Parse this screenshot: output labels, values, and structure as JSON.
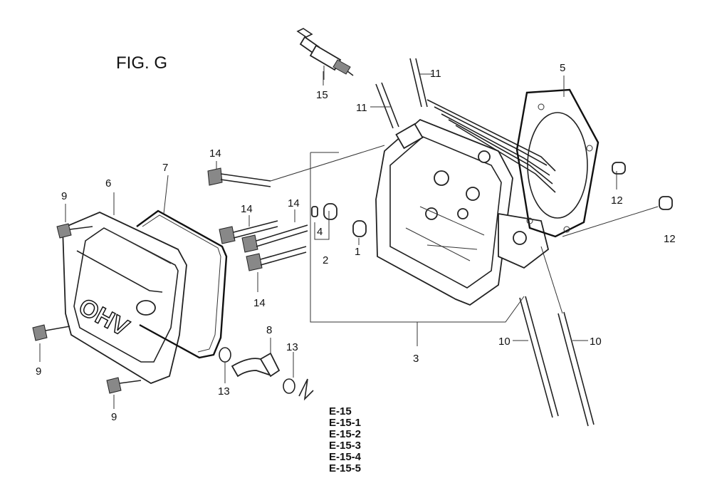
{
  "figure": {
    "title": "FIG. G",
    "cover_text": "OHV"
  },
  "parts": {
    "p1": "1",
    "p2": "2",
    "p3": "3",
    "p4": "4",
    "p5": "5",
    "p6": "6",
    "p7": "7",
    "p8": "8",
    "p9a": "9",
    "p9b": "9",
    "p9c": "9",
    "p10a": "10",
    "p10b": "10",
    "p11a": "11",
    "p11b": "11",
    "p12a": "12",
    "p12b": "12",
    "p13a": "13",
    "p13b": "13",
    "p14a": "14",
    "p14b": "14",
    "p14c": "14",
    "p14d": "14",
    "p15": "15"
  },
  "references": [
    "E-15",
    "E-15-1",
    "E-15-2",
    "E-15-3",
    "E-15-4",
    "E-15-5"
  ]
}
